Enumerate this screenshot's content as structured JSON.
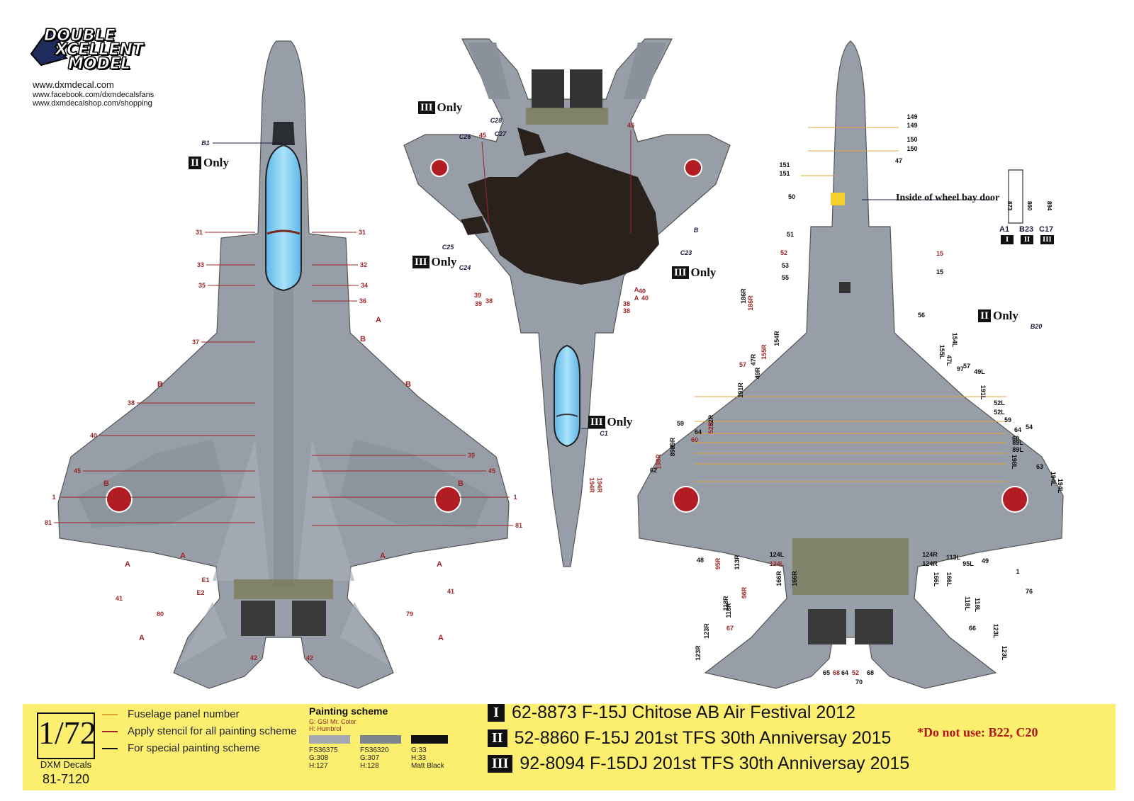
{
  "brand": {
    "logo_line1": "DOUBLE",
    "logo_line2": "XCELLENT",
    "logo_line3": "MODEL",
    "url1": "www.dxmdecal.com",
    "url2": "www.facebook.com/dxmdecalsfans",
    "url3": "www.dxmdecalshop.com/shopping"
  },
  "colors": {
    "camo_light": "#9ea4ad",
    "camo_mid": "#868d97",
    "camo_dark": "#737a84",
    "canopy": "#8fd3f4",
    "matt_black": "#2a201c",
    "hinomaru": "#b21d24",
    "fuselage_line": "#e0a33a",
    "stencil_line": "#9c2626",
    "special_line": "#1c1c40",
    "footer_bg": "#fcee6f"
  },
  "only_tags": [
    {
      "roman": "II",
      "text": "Only"
    },
    {
      "roman": "III",
      "text": "Only"
    },
    {
      "roman": "III",
      "text": "Only"
    },
    {
      "roman": "III",
      "text": "Only"
    },
    {
      "roman": "III",
      "text": "Only"
    },
    {
      "roman": "II",
      "text": "Only"
    }
  ],
  "wheel_bay": {
    "title": "Inside of wheel bay door",
    "codes": [
      {
        "code": "A1",
        "roman": "I",
        "digits": "873"
      },
      {
        "code": "B23",
        "roman": "II",
        "digits": "860"
      },
      {
        "code": "C17",
        "roman": "III",
        "digits": "894"
      }
    ]
  },
  "callouts_top_left": {
    "B1": "B1",
    "left": [
      "31",
      "33",
      "35",
      "37",
      "38",
      "40",
      "45",
      "1",
      "81"
    ],
    "right": [
      "31",
      "32",
      "34",
      "36",
      "39",
      "45",
      "1",
      "81"
    ],
    "letters": [
      "A",
      "B"
    ],
    "bottom": [
      "80",
      "42",
      "42",
      "79",
      "E1",
      "E2",
      "41",
      "41"
    ]
  },
  "callouts_under": {
    "codes": [
      "C26",
      "C27",
      "C28",
      "C25",
      "C24",
      "C23",
      "C1",
      "B"
    ],
    "numbers": [
      "45",
      "45",
      "39",
      "39",
      "38",
      "38",
      "38",
      "40",
      "40",
      "A",
      "A"
    ],
    "nose": [
      "194R",
      "194R"
    ]
  },
  "callouts_bottom": {
    "left": [
      "149",
      "149",
      "150",
      "150",
      "151",
      "151",
      "47",
      "50",
      "51",
      "52",
      "53",
      "55",
      "15",
      "15",
      "186R",
      "186R",
      "56",
      "154R",
      "155R",
      "47R",
      "49R",
      "57",
      "191R",
      "52R",
      "52R",
      "59",
      "64",
      "60",
      "89R",
      "89R",
      "198R",
      "62",
      "48",
      "95R",
      "113R",
      "124L",
      "124L",
      "166R",
      "166R",
      "96R",
      "118R",
      "118R",
      "67",
      "123R",
      "123R",
      "68",
      "65",
      "64",
      "52",
      "70",
      "68"
    ],
    "right": [
      "B20",
      "154L",
      "155L",
      "47L",
      "97",
      "57",
      "49L",
      "191L",
      "52L",
      "52L",
      "59",
      "54",
      "64",
      "60",
      "89L",
      "89L",
      "198L",
      "63",
      "194L",
      "194L",
      "124R",
      "124R",
      "113L",
      "95L",
      "49",
      "1",
      "76",
      "166L",
      "166L",
      "118L",
      "118L",
      "66",
      "123L",
      "123L"
    ]
  },
  "footer": {
    "scale": "1/72",
    "brand": "DXM Decals",
    "code": "81-7120",
    "legend": [
      {
        "label": "Fuselage panel number"
      },
      {
        "label": "Apply stencil for all painting scheme"
      },
      {
        "label": "For special painting scheme"
      }
    ],
    "painting": {
      "title": "Painting scheme",
      "sub1": "G: GSI Mr. Color",
      "sub2": "H: Humbrol",
      "swatches": [
        {
          "name": "FS36375",
          "g": "G:308",
          "h": "H:127",
          "color": "#a3a8b0"
        },
        {
          "name": "FS36320",
          "g": "G:307",
          "h": "H:128",
          "color": "#7e848d"
        },
        {
          "name": "",
          "g": "G:33",
          "h": "H:33",
          "extra": "Matt Black",
          "color": "#111111"
        }
      ]
    },
    "schemes": [
      {
        "roman": "I",
        "text": "62-8873 F-15J Chitose AB Air Festival 2012"
      },
      {
        "roman": "II",
        "text": "52-8860 F-15J 201st TFS 30th Anniversay 2015"
      },
      {
        "roman": "III",
        "text": "92-8094 F-15DJ 201st TFS 30th Anniversay 2015"
      }
    ],
    "warning": "*Do not use: B22, C20"
  }
}
